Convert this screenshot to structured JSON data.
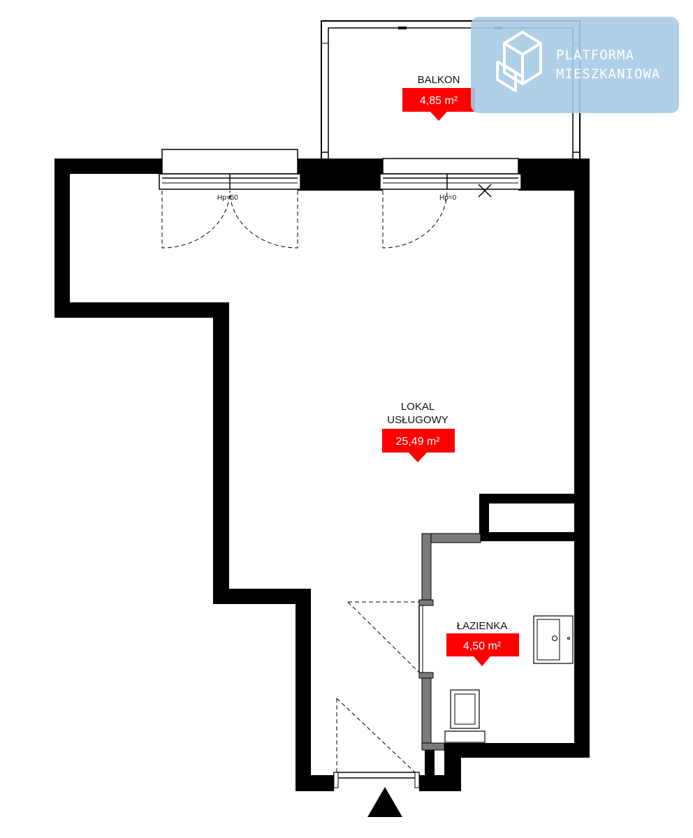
{
  "rooms": {
    "balcony": {
      "name": "BALKON",
      "area": "4,85 m²"
    },
    "service": {
      "name_line1": "LOKAL",
      "name_line2": "USŁUGOWY",
      "area": "25,49 m²"
    },
    "bathroom": {
      "name": "ŁAZIENKA",
      "area": "4,50 m²"
    }
  },
  "windows": {
    "left_sill": "Hp=50",
    "right_sill": "Hp=0"
  },
  "logo": {
    "line1": "PLATFORMA",
    "line2": "MIESZKANIOWA"
  },
  "colors": {
    "wall": "#000000",
    "partition": "#7a7a7a",
    "area_badge": "#ff0000",
    "logo_bg": "#a7cbe6"
  },
  "icons": {
    "entrance": "entrance-arrow-icon",
    "logo": "cube-logo-icon"
  }
}
